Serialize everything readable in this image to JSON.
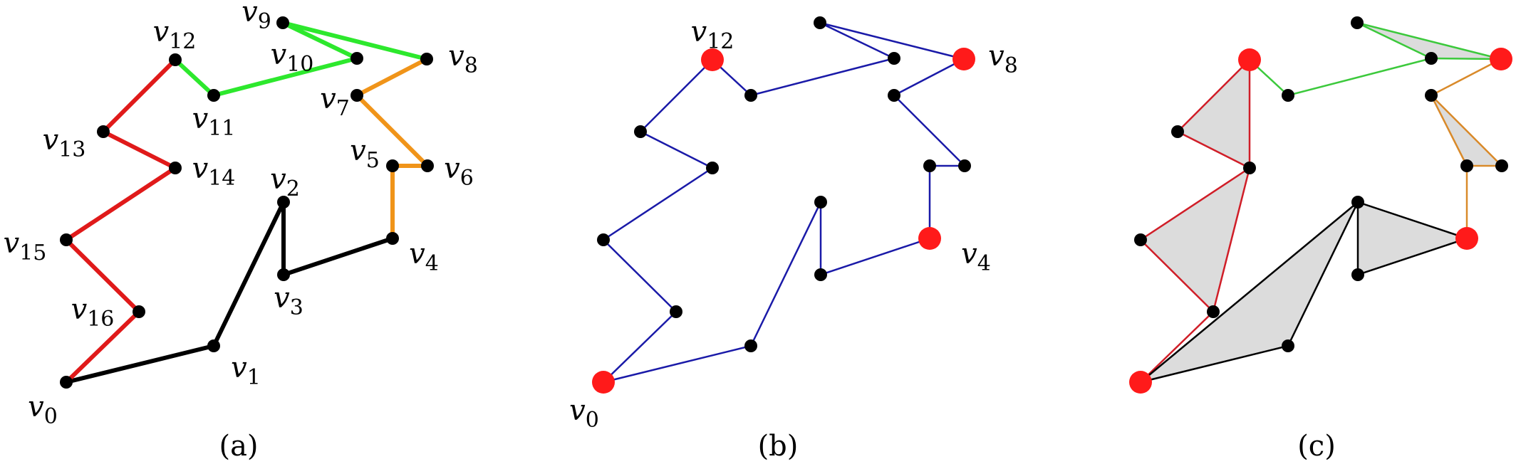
{
  "colors": {
    "black": "#000000",
    "red": "#e01a1a",
    "green": "#2de82d",
    "orange": "#f09419",
    "blue": "#1a1aa8",
    "highlight": "#ff1a1a",
    "fill": "#dcdcdc",
    "red_thin": "#d01e28",
    "green_thin": "#3cc93c",
    "orange_thin": "#d98a2a"
  },
  "panels": [
    {
      "caption": "(a)",
      "vertices": [
        {
          "label": "v",
          "sub": "0"
        },
        {
          "label": "v",
          "sub": "1"
        },
        {
          "label": "v",
          "sub": "2"
        },
        {
          "label": "v",
          "sub": "3"
        },
        {
          "label": "v",
          "sub": "4"
        },
        {
          "label": "v",
          "sub": "5"
        },
        {
          "label": "v",
          "sub": "6"
        },
        {
          "label": "v",
          "sub": "7"
        },
        {
          "label": "v",
          "sub": "8"
        },
        {
          "label": "v",
          "sub": "9"
        },
        {
          "label": "v",
          "sub": "10"
        },
        {
          "label": "v",
          "sub": "11"
        },
        {
          "label": "v",
          "sub": "12"
        },
        {
          "label": "v",
          "sub": "13"
        },
        {
          "label": "v",
          "sub": "14"
        },
        {
          "label": "v",
          "sub": "15"
        },
        {
          "label": "v",
          "sub": "16"
        }
      ],
      "chains": [
        {
          "color": "black",
          "path": [
            0,
            1,
            2,
            3,
            4
          ]
        },
        {
          "color": "orange",
          "path": [
            4,
            5,
            6,
            7,
            8
          ]
        },
        {
          "color": "green",
          "path": [
            8,
            9,
            10,
            11,
            12
          ]
        },
        {
          "color": "red",
          "path": [
            12,
            13,
            14,
            15,
            16,
            0
          ]
        }
      ]
    },
    {
      "caption": "(b)",
      "vertices": [
        {
          "label": "v",
          "sub": "0"
        },
        {
          "label": "v",
          "sub": "4"
        },
        {
          "label": "v",
          "sub": "8"
        },
        {
          "label": "v",
          "sub": "12"
        }
      ],
      "highlighted": [
        0,
        4,
        8,
        12
      ]
    },
    {
      "caption": "(c)",
      "highlighted": [
        0,
        4,
        8,
        12
      ]
    }
  ]
}
